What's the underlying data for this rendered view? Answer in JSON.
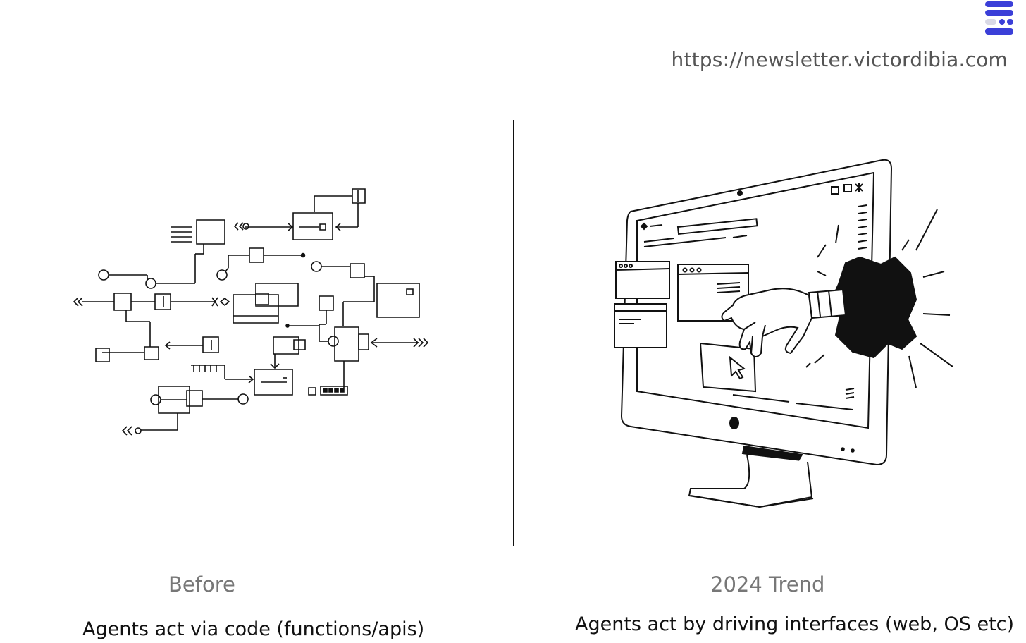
{
  "header": {
    "url": "https://newsletter.victordibia.com",
    "logo_icon": "newsletter-logo-icon",
    "accent_color": "#3b3fd8"
  },
  "left_panel": {
    "label": "Before",
    "description": "Agents act via code (functions/apis)",
    "illustration": "circuit-diagram-icon"
  },
  "right_panel": {
    "label": "2024 Trend",
    "description": "Agents act by driving interfaces (web, OS etc)",
    "illustration": "robot-hand-monitor-icon"
  }
}
